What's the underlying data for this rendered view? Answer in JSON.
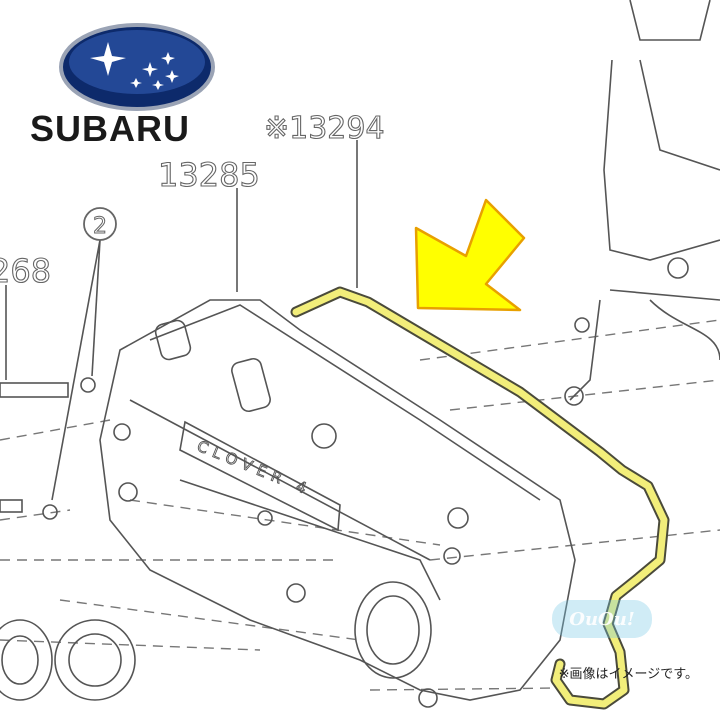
{
  "brand": {
    "name": "SUBARU"
  },
  "callouts": {
    "gasket": "※13294",
    "cover": "13285",
    "bolt": "2",
    "partial": "268"
  },
  "plate_text": "CLOVER 4",
  "note": "※画像はイメージです。",
  "watermark": "OuOu!",
  "colors": {
    "highlight": "#ffff00",
    "highlight_stroke": "#e8a000",
    "gasket": "#f2ee7a",
    "line": "#555555"
  }
}
